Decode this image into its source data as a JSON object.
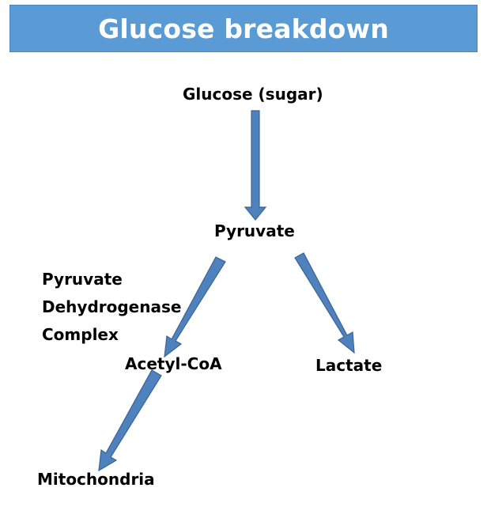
{
  "title": "Glucose breakdown",
  "nodes": {
    "glucose": "Glucose (sugar)",
    "pyruvate": "Pyruvate",
    "acetyl_coa": "Acetyl-CoA",
    "lactate": "Lactate",
    "mitochondria": "Mitochondria"
  },
  "enzyme_label": {
    "line1": "Pyruvate",
    "line2": "Dehydrogenase",
    "line3": "Complex"
  },
  "colors": {
    "banner": "#5b9bd5",
    "arrow_fill": "#4f81bd",
    "arrow_stroke": "#3a6496"
  }
}
